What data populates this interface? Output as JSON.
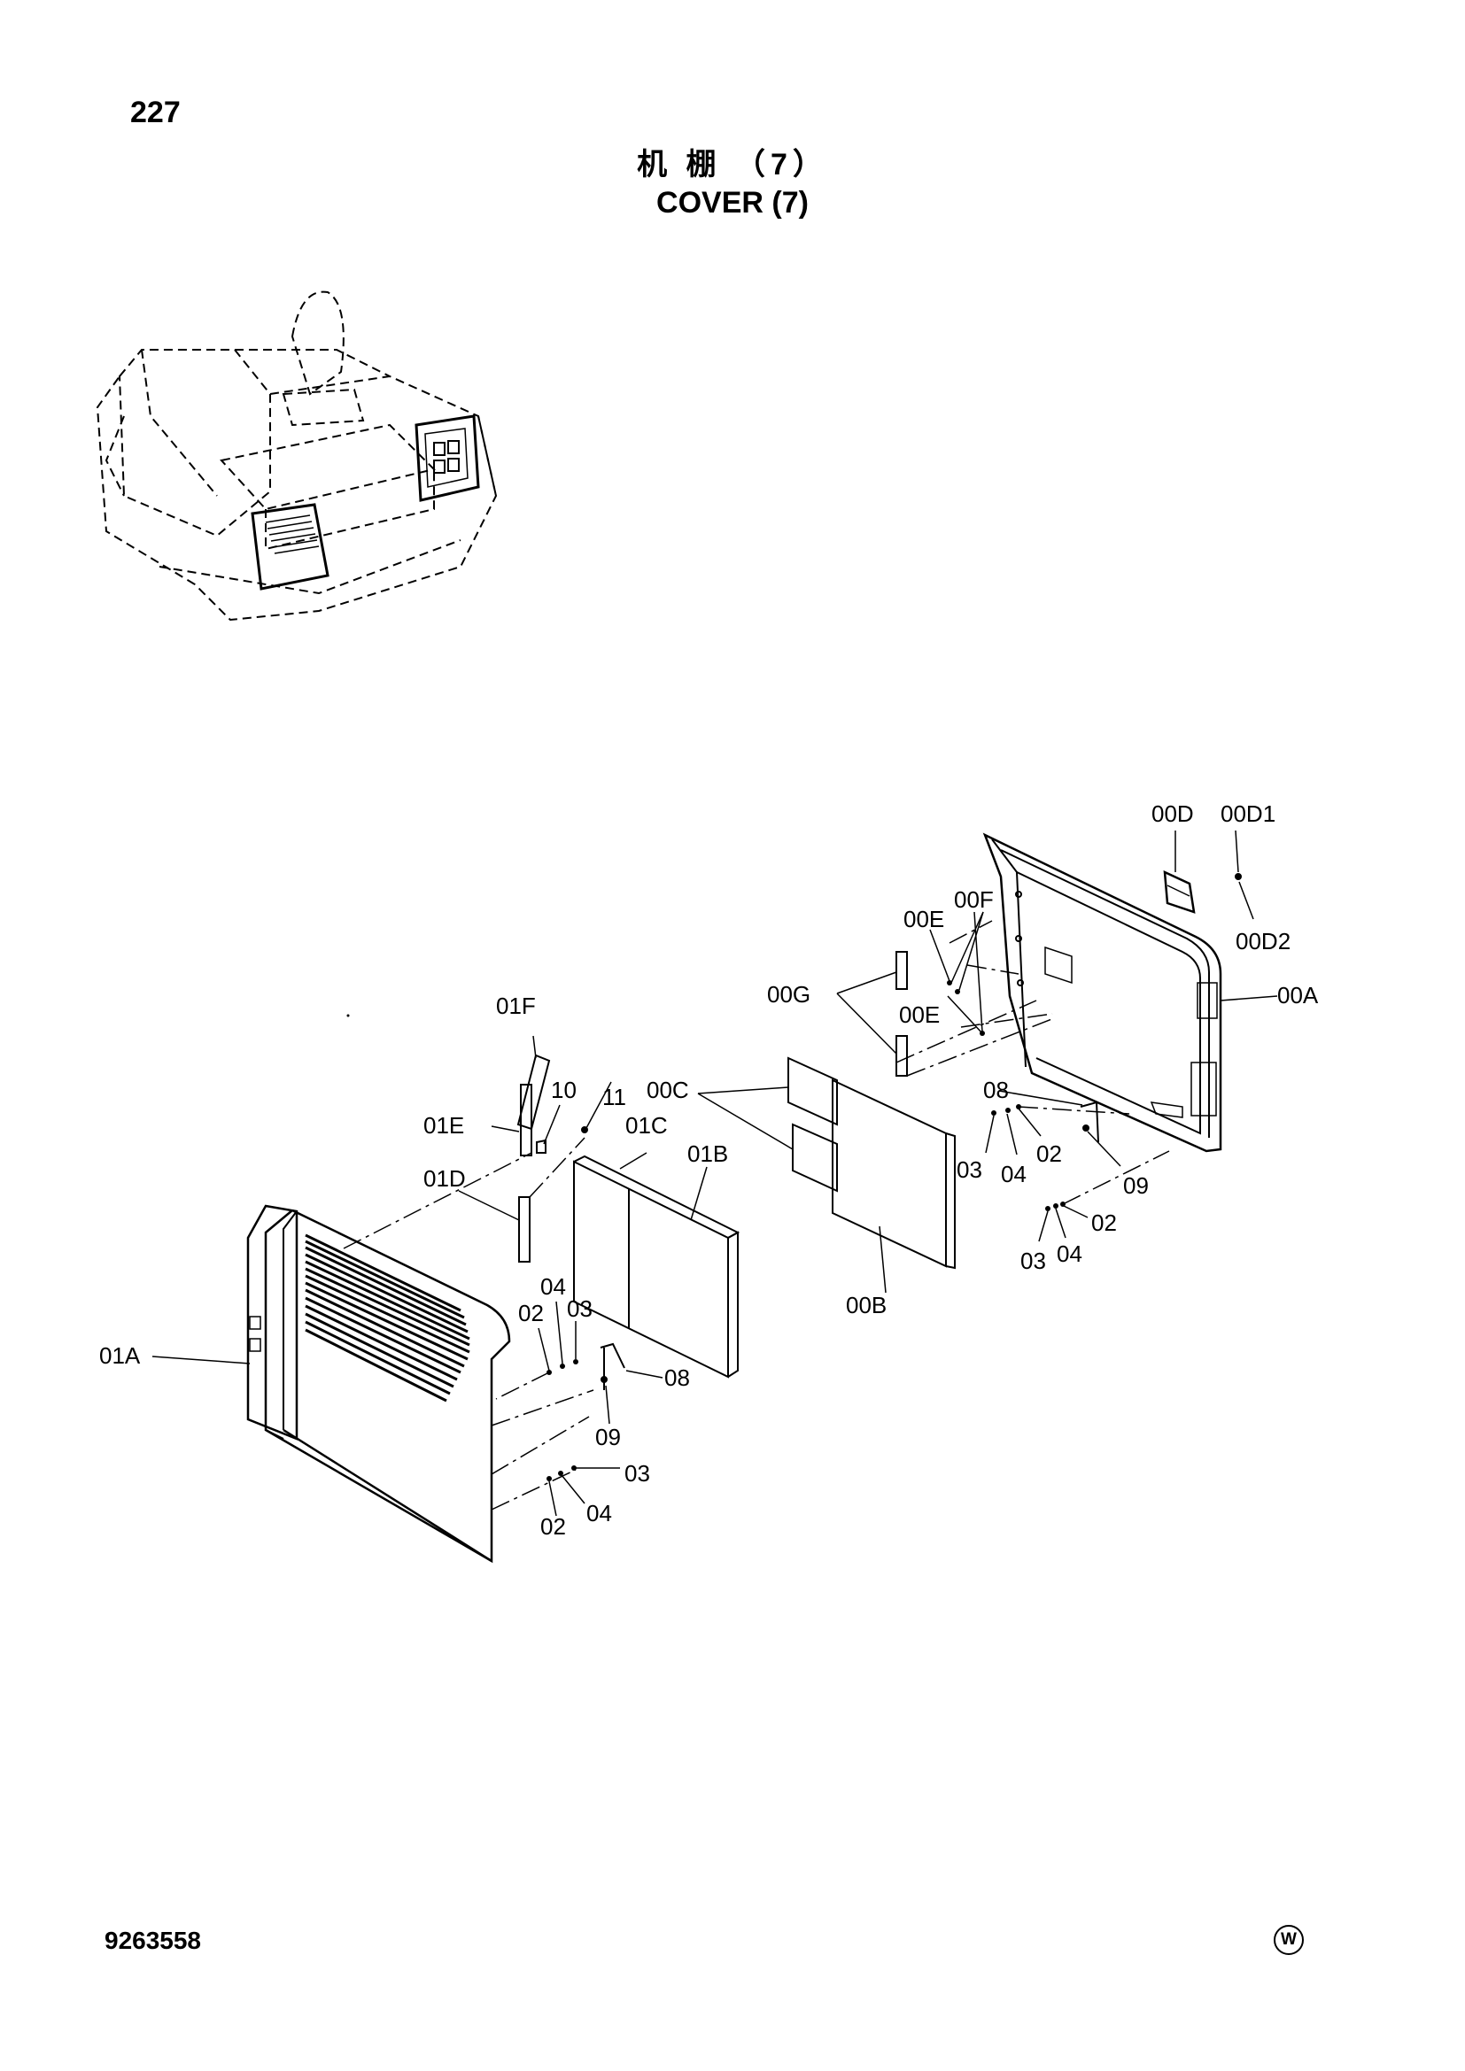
{
  "header": {
    "page_number": "227",
    "title_cn": "机 棚 （7）",
    "title_en": "COVER (7)"
  },
  "footer": {
    "document_number": "9263558",
    "mark": "W"
  },
  "callouts": {
    "c00D": "00D",
    "c00D1": "00D1",
    "c00D2": "00D2",
    "c00A": "00A",
    "c00E_top": "00E",
    "c00F": "00F",
    "c00G": "00G",
    "c00E_mid": "00E",
    "c00C": "00C",
    "c00B": "00B",
    "c08_right": "08",
    "c03_r1": "03",
    "c04_r1": "04",
    "c02_r1": "02",
    "c09_right": "09",
    "c02_r2": "02",
    "c03_r2": "03",
    "c04_r2": "04",
    "c01F": "01F",
    "c10": "10",
    "c11": "11",
    "c01E": "01E",
    "c01C": "01C",
    "c01D": "01D",
    "c01B": "01B",
    "c01A": "01A",
    "c04_l1": "04",
    "c02_l1": "02",
    "c03_l1": "03",
    "c08_left": "08",
    "c09_left": "09",
    "c03_l2": "03",
    "c04_l2": "04",
    "c02_l2": "02"
  }
}
